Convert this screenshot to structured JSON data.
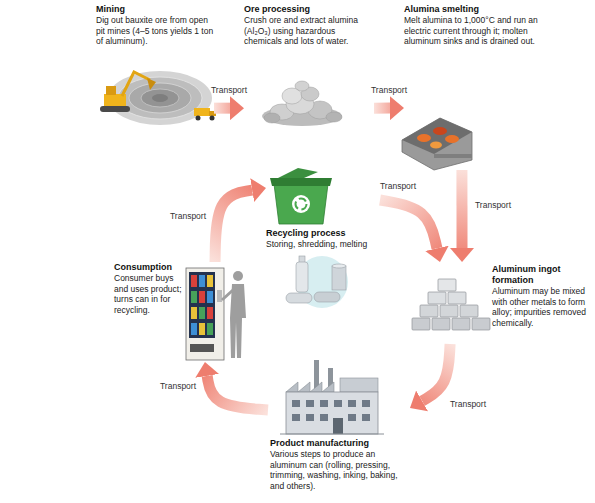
{
  "diagram": {
    "nodes": [
      {
        "text": [
          "Mining",
          "Dig out bauxite ore from open pit mines (4–5 tons yields 1 ton of aluminum)."
        ]
      },
      {
        "text": [
          "Ore processing",
          "Crush ore and extract alumina (Al₂O₃) using hazardous chemicals and lots of water."
        ]
      },
      {
        "text": [
          "Alumina smelting",
          "Melt alumina to 1,000°C and run an electric current through it; molten aluminum sinks and is drained out."
        ]
      },
      {
        "text": [
          "Recycling process",
          "Storing, shredding, melting"
        ]
      },
      {
        "text": [
          "Consumption",
          "Consumer buys and uses product; turns can in for recycling."
        ]
      },
      {
        "text": [
          "Aluminum ingot formation",
          "Aluminum may be mixed with other metals to form alloy; impurities removed chemically."
        ]
      },
      {
        "text": [
          "Product manufacturing",
          "Various steps to produce an aluminum can (rolling, pressing, trimming, washing, inking, baking, and others)."
        ]
      }
    ],
    "edges": [
      {
        "from": 0,
        "to": 1,
        "label": "Transport",
        "arrow": "to"
      },
      {
        "from": 1,
        "to": 2,
        "label": "Transport",
        "arrow": "to"
      },
      {
        "from": 2,
        "to": 5,
        "label": "Transport",
        "arrow": "to"
      },
      {
        "from": 3,
        "to": 5,
        "label": "Transport",
        "arrow": "to"
      },
      {
        "from": 5,
        "to": 6,
        "label": "Transport",
        "arrow": "to"
      },
      {
        "from": 6,
        "to": 4,
        "label": "Transport",
        "arrow": "to"
      },
      {
        "from": 4,
        "to": 3,
        "label": "Transport",
        "arrow": "to"
      }
    ]
  }
}
